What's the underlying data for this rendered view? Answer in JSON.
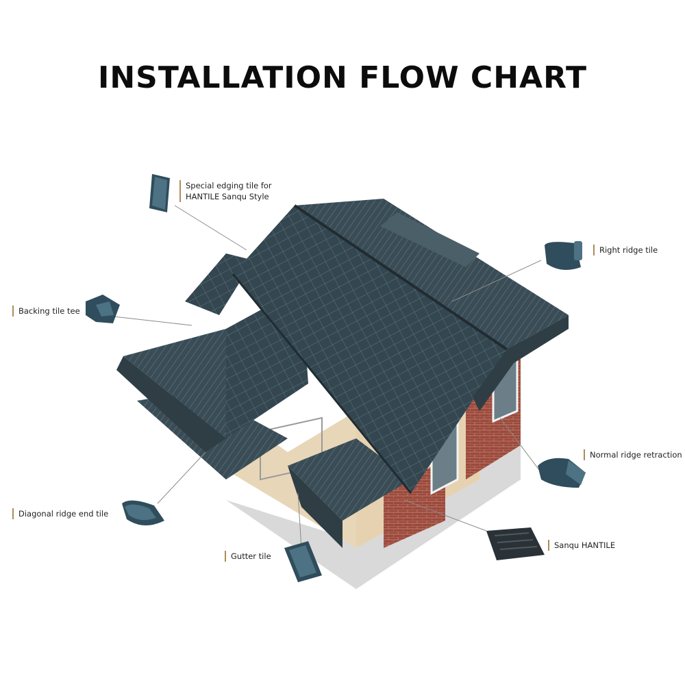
{
  "title": "INSTALLATION FLOW CHART",
  "colors": {
    "accent": "#b08a5a",
    "roof": "#34464f",
    "wall": "#e8d6b8",
    "brick": "#9a4a3c",
    "leader": "#8a8a8a",
    "tile": "#2f4d5c"
  },
  "components": [
    {
      "key": "edging",
      "icon": "edging-tile-icon",
      "lines": [
        "Special edging tile for",
        "HANTILE Sanqu Style"
      ]
    },
    {
      "key": "right-ridge",
      "icon": "ridge-tile-icon",
      "lines": [
        "Right ridge tile"
      ]
    },
    {
      "key": "backing-tee",
      "icon": "tee-tile-icon",
      "lines": [
        "Backing tile tee"
      ]
    },
    {
      "key": "normal-ridge",
      "icon": "ridge-retraction-icon",
      "lines": [
        "Normal ridge retraction"
      ]
    },
    {
      "key": "diagonal-ridge",
      "icon": "ridge-end-icon",
      "lines": [
        "Diagonal ridge end tile"
      ]
    },
    {
      "key": "gutter",
      "icon": "gutter-tile-icon",
      "lines": [
        "Gutter tile"
      ]
    },
    {
      "key": "sanqu",
      "icon": "main-tile-icon",
      "lines": [
        "Sanqu HANTILE"
      ]
    }
  ]
}
